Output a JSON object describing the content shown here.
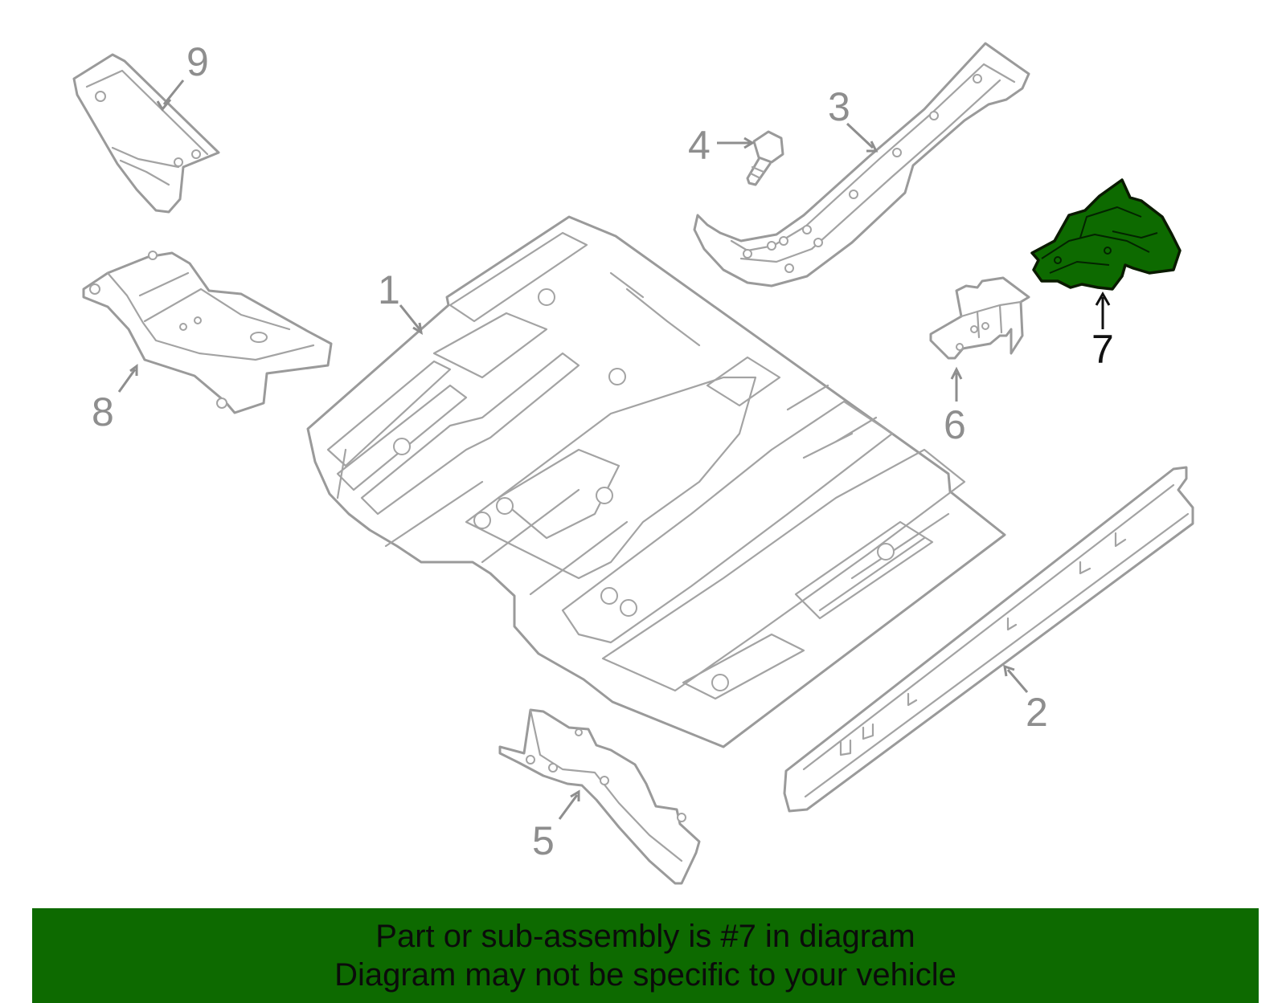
{
  "callouts": {
    "c1": "1",
    "c2": "2",
    "c3": "3",
    "c4": "4",
    "c5": "5",
    "c6": "6",
    "c7": "7",
    "c8": "8",
    "c9": "9"
  },
  "highlighted_part": "7",
  "colors": {
    "line_art": "#9a9a9a",
    "highlight_fill": "#0d6a00",
    "banner_bg": "#0d6a00",
    "banner_text": "#0b0b0b"
  },
  "banner": {
    "line1": "Part or sub-assembly is #7 in diagram",
    "line2": "Diagram may not be specific to your vehicle"
  }
}
